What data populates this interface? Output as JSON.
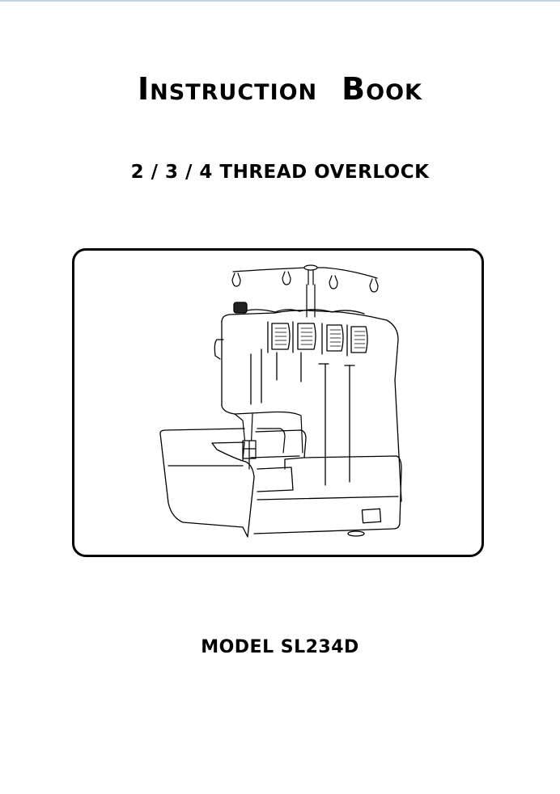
{
  "document": {
    "title": {
      "word1_initial": "I",
      "word1_rest": "NSTRUCTION",
      "word2_initial": "B",
      "word2_rest": "OOK"
    },
    "subtitle": "2 / 3 / 4 THREAD OVERLOCK",
    "illustration": {
      "subject": "sewing-machine-overlock",
      "description": "Line drawing of a 2/3/4 thread overlock serger with thread stand and four tension dials"
    },
    "model": "MODEL SL234D"
  },
  "colors": {
    "background": "#ffffff",
    "ink": "#000000",
    "top_strip": "#c9d3de"
  }
}
